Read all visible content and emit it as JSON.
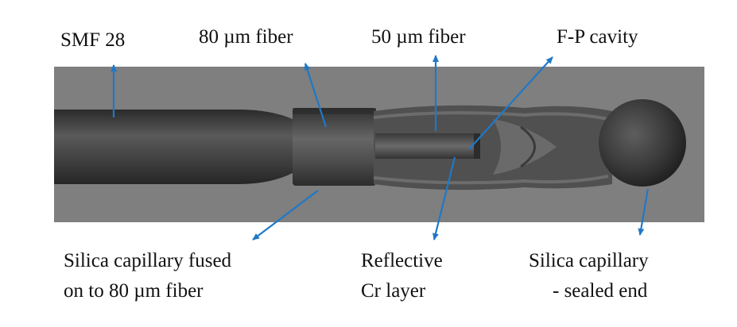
{
  "labels": {
    "smf28": "SMF 28",
    "fiber80": "80 µm fiber",
    "fiber50": "50 µm fiber",
    "fp_cavity": "F-P cavity",
    "silica_fused_line1": "Silica capillary fused",
    "silica_fused_line2": "on to 80 µm fiber",
    "reflective_line1": "Reflective",
    "reflective_line2": "Cr layer",
    "silica_sealed_line1": "Silica capillary",
    "silica_sealed_line2": "- sealed end"
  },
  "colors": {
    "arrow": "#1f78c8",
    "panel_bg": "#7f7f7f",
    "text": "#111111"
  }
}
